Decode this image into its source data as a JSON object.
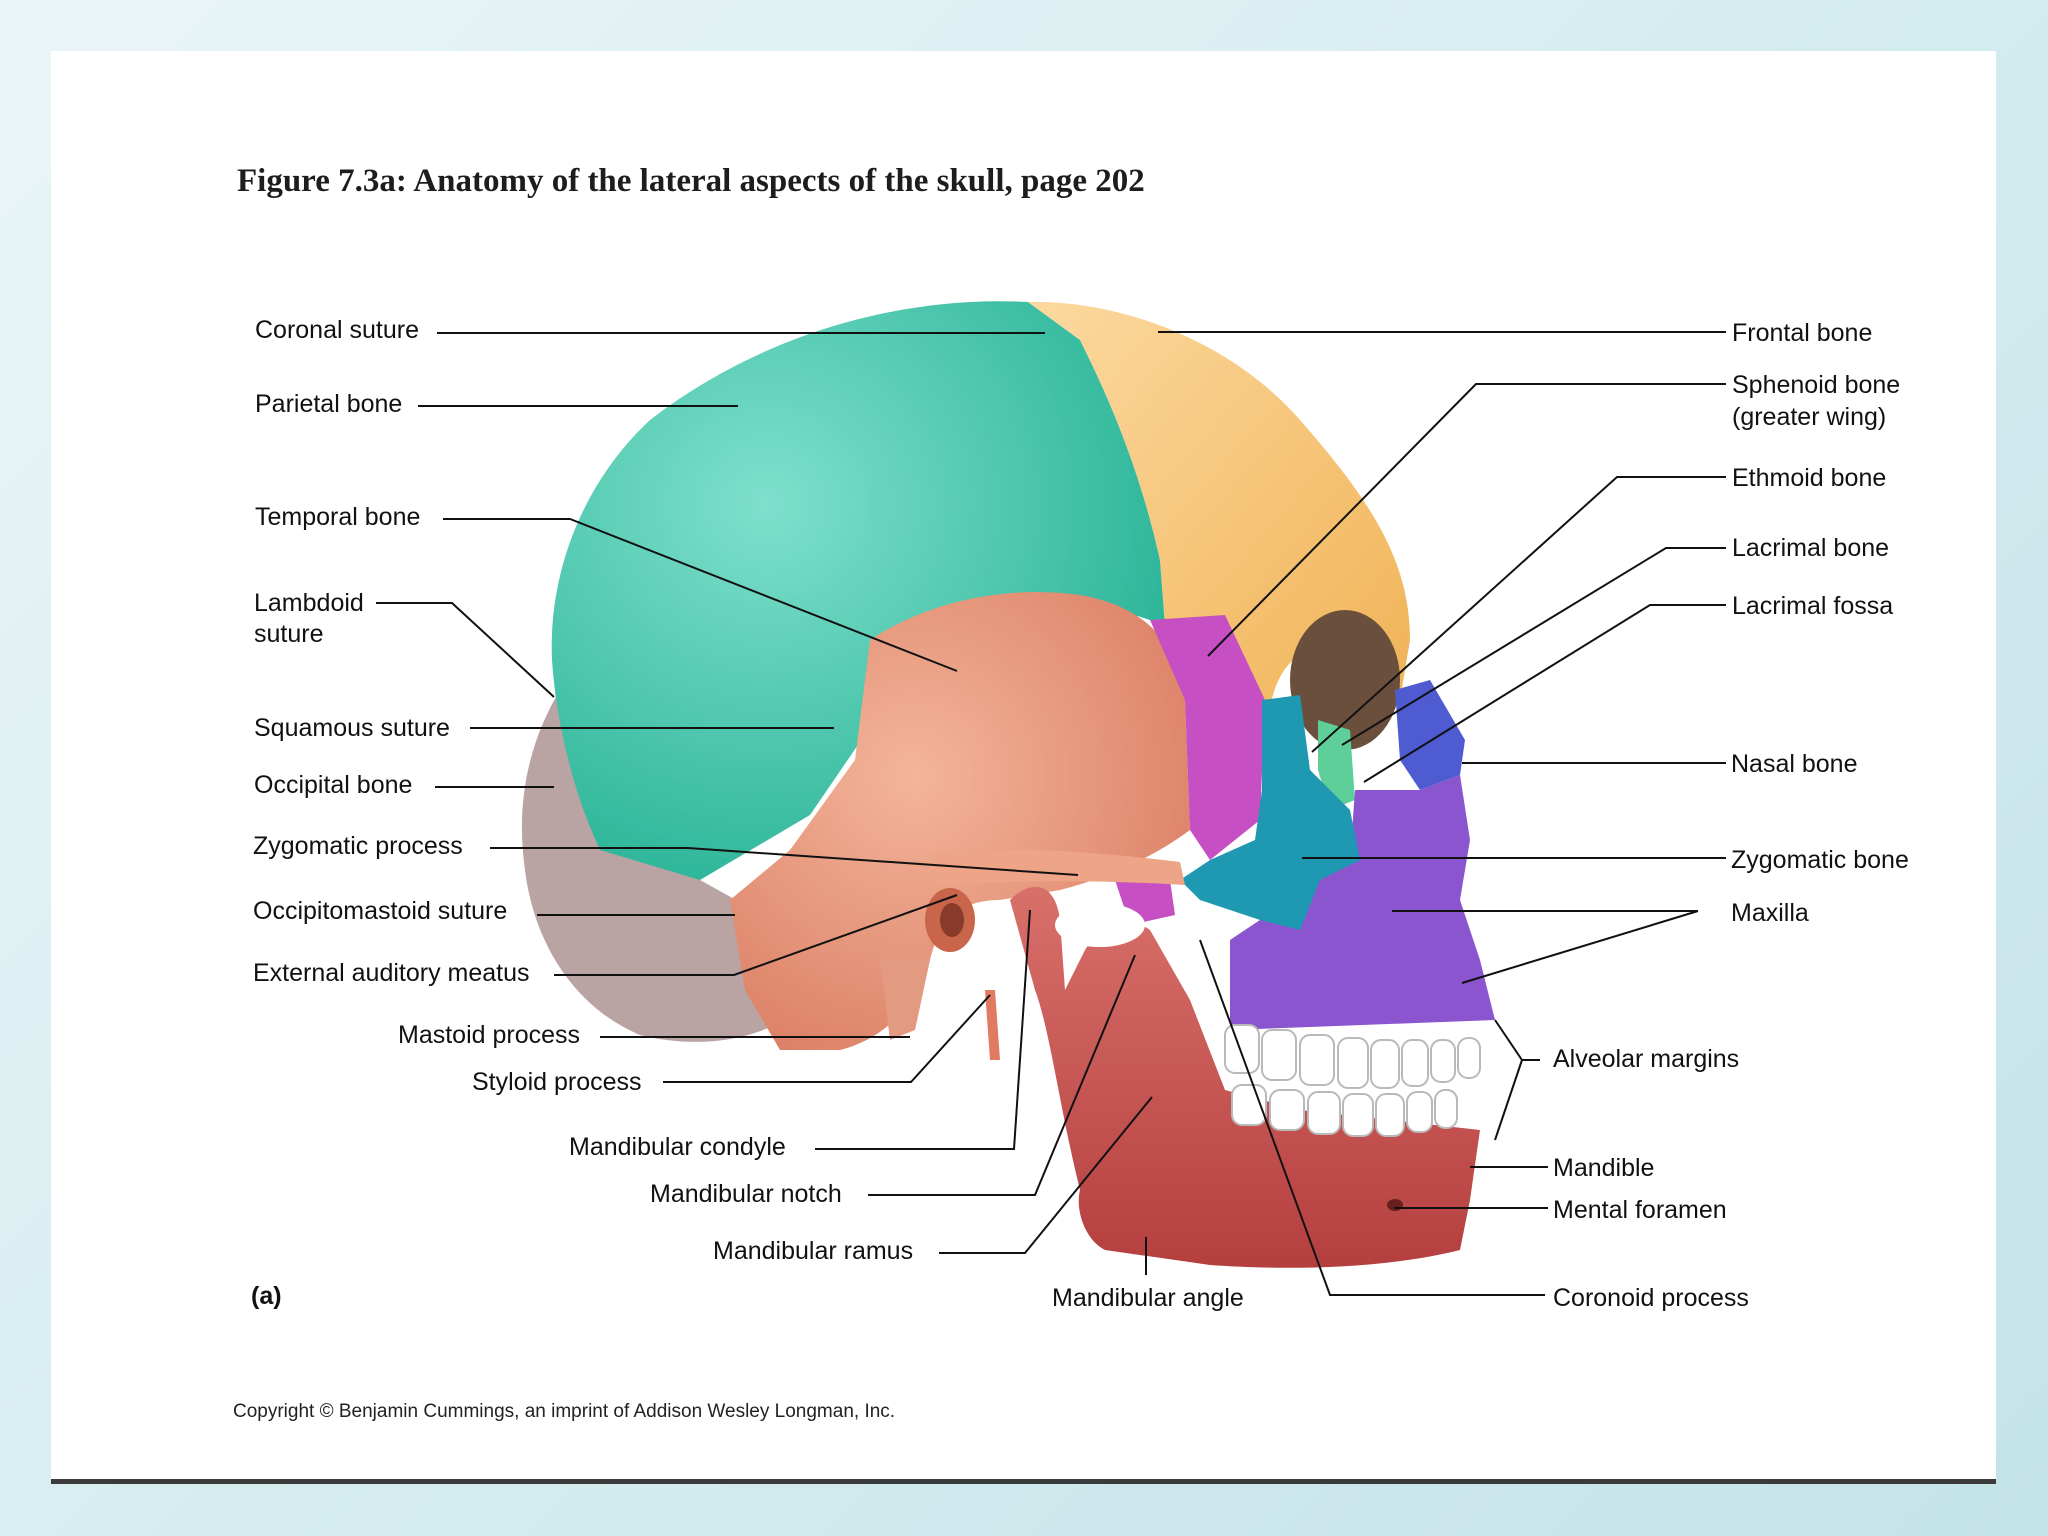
{
  "slide": {
    "title": "Figure 7.3a: Anatomy of the lateral aspects of the skull, page 202",
    "panel_label": "(a)",
    "copyright": "Copyright © Benjamin Cummings, an imprint of Addison Wesley Longman, Inc."
  },
  "labels": {
    "coronal_suture": "Coronal suture",
    "parietal_bone": "Parietal bone",
    "temporal_bone": "Temporal bone",
    "lambdoid_line1": "Lambdoid",
    "lambdoid_line2": "suture",
    "squamous_suture": "Squamous suture",
    "occipital_bone": "Occipital bone",
    "zygomatic_process": "Zygomatic process",
    "occipitomastoid_suture": "Occipitomastoid suture",
    "external_auditory_meatus": "External auditory meatus",
    "mastoid_process": "Mastoid process",
    "styloid_process": "Styloid process",
    "mandibular_condyle": "Mandibular condyle",
    "mandibular_notch": "Mandibular notch",
    "mandibular_ramus": "Mandibular ramus",
    "mandibular_angle": "Mandibular angle",
    "frontal_bone": "Frontal bone",
    "sphenoid_line1": "Sphenoid bone",
    "sphenoid_line2": "(greater wing)",
    "ethmoid_bone": "Ethmoid bone",
    "lacrimal_bone": "Lacrimal bone",
    "lacrimal_fossa": "Lacrimal fossa",
    "nasal_bone": "Nasal bone",
    "zygomatic_bone": "Zygomatic bone",
    "maxilla": "Maxilla",
    "alveolar_margins": "Alveolar margins",
    "mandible": "Mandible",
    "mental_foramen": "Mental foramen",
    "coronoid_process": "Coronoid process"
  },
  "colors": {
    "parietal": "#2fbf9f",
    "frontal": "#f5c77a",
    "temporal": "#e8987a",
    "occipital": "#b8a2a2",
    "sphenoid": "#c64fc4",
    "ethmoid": "#5fcf9a",
    "zygomatic": "#1f9cb5",
    "maxilla": "#8a55cf",
    "nasal": "#5a62d0",
    "mandible": "#c4504f",
    "teeth": "#ffffff"
  }
}
